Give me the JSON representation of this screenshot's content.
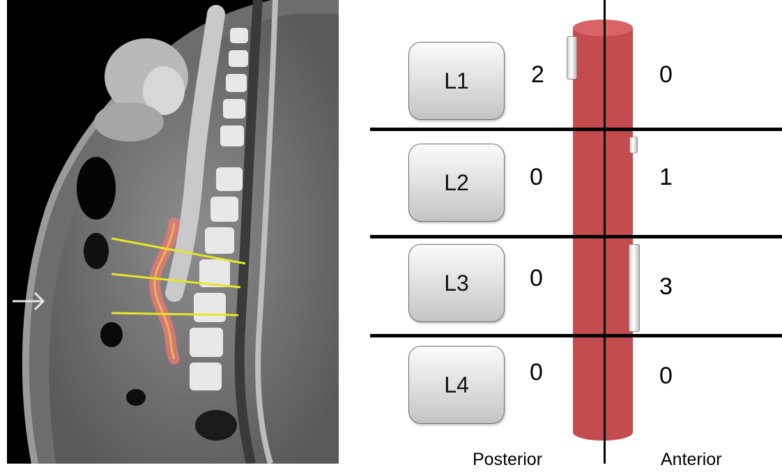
{
  "levels": [
    {
      "label": "L1",
      "posterior": "2",
      "anterior": "0"
    },
    {
      "label": "L2",
      "posterior": "0",
      "anterior": "1"
    },
    {
      "label": "L3",
      "posterior": "0",
      "anterior": "3"
    },
    {
      "label": "L4",
      "posterior": "0",
      "anterior": "0"
    }
  ],
  "axis": {
    "posterior": "Posterior",
    "anterior": "Anterior"
  },
  "colors": {
    "vessel": "#c44b4e",
    "centerline": "#f2b24a",
    "level_lines": "#e6e62a"
  },
  "ct_image": {
    "arrow_glyph": "→"
  }
}
